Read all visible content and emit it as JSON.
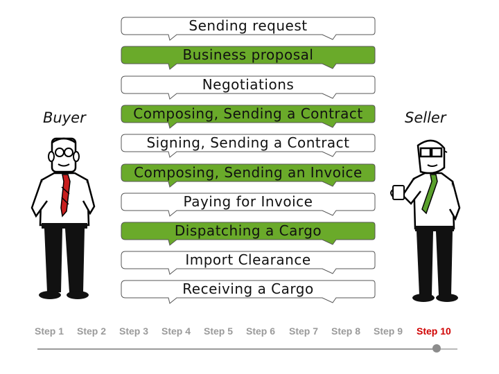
{
  "roles": {
    "buyer": "Buyer",
    "seller": "Seller"
  },
  "steps_flow": [
    {
      "label": "Sending request",
      "style": "white"
    },
    {
      "label": "Business proposal",
      "style": "green"
    },
    {
      "label": "Negotiations",
      "style": "white"
    },
    {
      "label": "Composing, Sending a Contract",
      "style": "green"
    },
    {
      "label": "Signing, Sending a Contract",
      "style": "white"
    },
    {
      "label": "Composing, Sending an Invoice",
      "style": "green"
    },
    {
      "label": "Paying for Invoice",
      "style": "white"
    },
    {
      "label": "Dispatching a Cargo",
      "style": "green"
    },
    {
      "label": "Import Clearance",
      "style": "white"
    },
    {
      "label": "Receiving a Cargo",
      "style": "white"
    }
  ],
  "step_nav": {
    "items": [
      "Step 1",
      "Step 2",
      "Step 3",
      "Step 4",
      "Step 5",
      "Step 6",
      "Step 7",
      "Step 8",
      "Step 9",
      "Step 10"
    ],
    "active_index": 9,
    "progress": 1.0
  },
  "colors": {
    "green": "#6aaa2a",
    "white": "#ffffff",
    "active_step": "#d00000",
    "inactive_step": "#9a9a9a"
  }
}
